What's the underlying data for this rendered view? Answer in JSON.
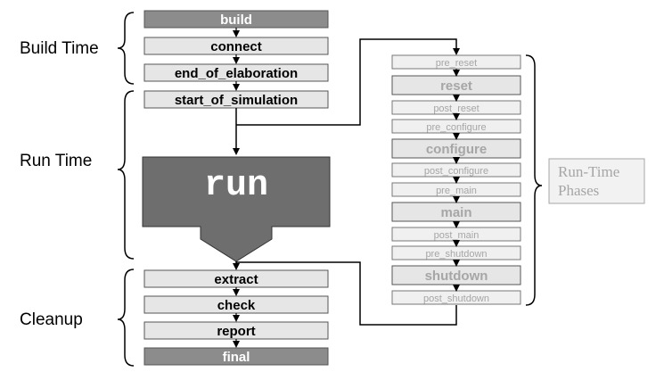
{
  "groups": {
    "build_time": "Build Time",
    "run_time": "Run Time",
    "cleanup": "Cleanup",
    "run_time_phases": [
      "Run-Time",
      "Phases"
    ]
  },
  "phases": {
    "build": "build",
    "connect": "connect",
    "end_of_elaboration": "end_of_elaboration",
    "start_of_simulation": "start_of_simulation",
    "run": "run",
    "extract": "extract",
    "check": "check",
    "report": "report",
    "final": "final"
  },
  "runtime_phases": {
    "pre_reset": "pre_reset",
    "reset": "reset",
    "post_reset": "post_reset",
    "pre_configure": "pre_configure",
    "configure": "configure",
    "post_configure": "post_configure",
    "pre_main": "pre_main",
    "main": "main",
    "post_main": "post_main",
    "pre_shutdown": "pre_shutdown",
    "shutdown": "shutdown",
    "post_shutdown": "post_shutdown"
  },
  "colors": {
    "dark_box": "#8c8c8c",
    "light_box": "#e6e6e6",
    "run_block": "#6e6e6e",
    "line": "#000000",
    "muted_text": "#a6a6a6",
    "phase_label_box": "#f2f2f2"
  }
}
